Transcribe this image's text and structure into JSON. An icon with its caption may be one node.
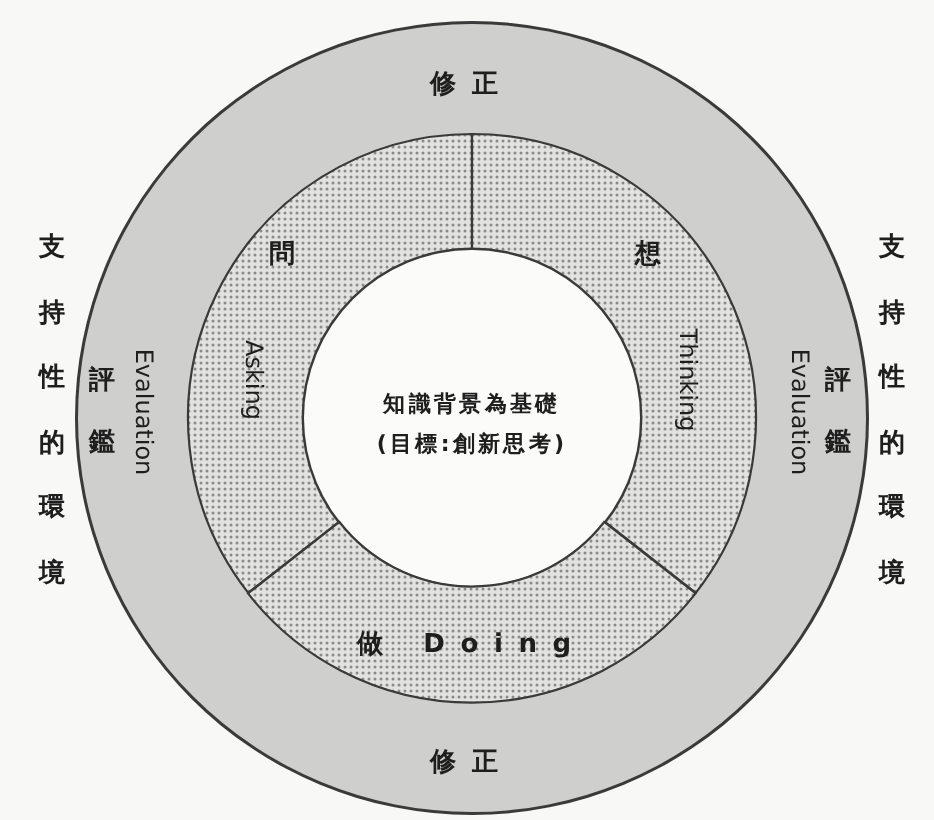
{
  "diagram": {
    "nodes": [
      {
        "text": [
          "修正",
          "評鑑",
          "Evaluation",
          "評鑑",
          "Evaluation",
          "修正"
        ]
      },
      {
        "text": [
          "問",
          "Asking"
        ],
        "in": 0
      },
      {
        "text": [
          "想",
          "Thinking"
        ],
        "in": 0
      },
      {
        "text": [
          "知識背景為基礎",
          "(目標:創新思考)"
        ],
        "in": 0
      },
      {
        "text": [
          "做 Doing"
        ],
        "in": 0
      }
    ],
    "labels": [
      "支持性的環境",
      "支持性的環境"
    ]
  }
}
